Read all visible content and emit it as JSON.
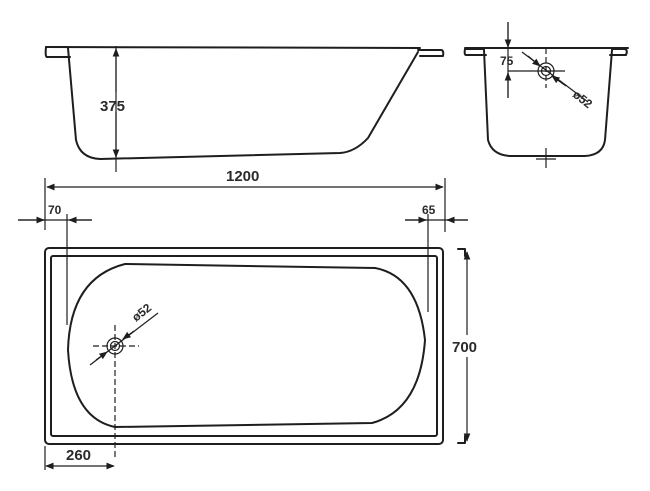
{
  "diagram": {
    "subject": "Bathtub technical drawing",
    "units": "mm",
    "views": {
      "side_view": {
        "height_label": "375"
      },
      "end_view": {
        "overflow_offset_label": "75",
        "overflow_diameter_label": "ø52"
      },
      "top_view": {
        "length_label": "1200",
        "left_rim_label": "70",
        "right_rim_label": "65",
        "width_label": "700",
        "drain_offset_label": "260",
        "drain_diameter_label": "ø52"
      }
    },
    "colors": {
      "line": "#1e1e1e",
      "background": "#ffffff"
    }
  }
}
